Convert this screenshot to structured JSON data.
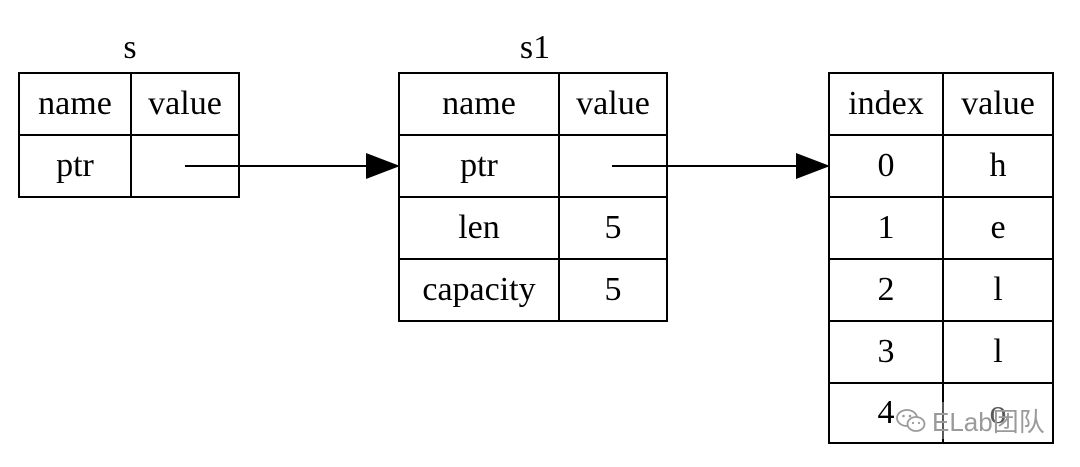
{
  "s": {
    "title": "s",
    "header": [
      "name",
      "value"
    ],
    "rows": [
      [
        "ptr",
        ""
      ]
    ]
  },
  "s1": {
    "title": "s1",
    "header": [
      "name",
      "value"
    ],
    "rows": [
      [
        "ptr",
        ""
      ],
      [
        "len",
        "5"
      ],
      [
        "capacity",
        "5"
      ]
    ]
  },
  "heap": {
    "header": [
      "index",
      "value"
    ],
    "rows": [
      [
        "0",
        "h"
      ],
      [
        "1",
        "e"
      ],
      [
        "2",
        "l"
      ],
      [
        "3",
        "l"
      ],
      [
        "4",
        "o"
      ]
    ]
  },
  "watermark": {
    "icon": "wechat-icon",
    "text": "ELab团队"
  }
}
